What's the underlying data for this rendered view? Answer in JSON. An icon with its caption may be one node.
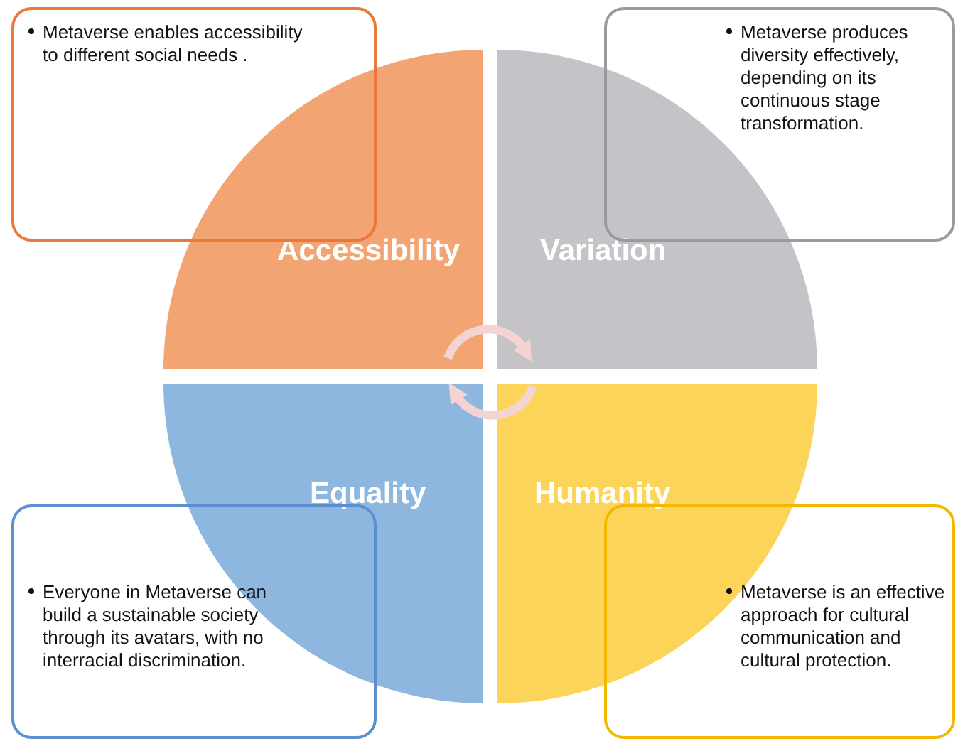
{
  "diagram": {
    "nodes": [
      {
        "text": [
          "Metaverse enables accessibility to different social needs ."
        ]
      },
      {
        "text": [
          "Metaverse produces diversity effectively, depending on its continuous stage transformation."
        ]
      },
      {
        "text": [
          "Accessibility"
        ]
      },
      {
        "text": [
          "Variation"
        ]
      },
      {
        "text": [
          "Equality"
        ]
      },
      {
        "text": [
          "Humanity"
        ]
      },
      {
        "text": [
          "Everyone in Metaverse can build a sustainable society through its avatars, with no interracial discrimination."
        ]
      },
      {
        "text": [
          "Metaverse is an effective approach for cultural communication and cultural protection."
        ]
      }
    ],
    "edges": [
      {
        "from": 2,
        "to": 3,
        "arrow": "to"
      },
      {
        "from": 5,
        "to": 4,
        "arrow": "to"
      }
    ]
  }
}
